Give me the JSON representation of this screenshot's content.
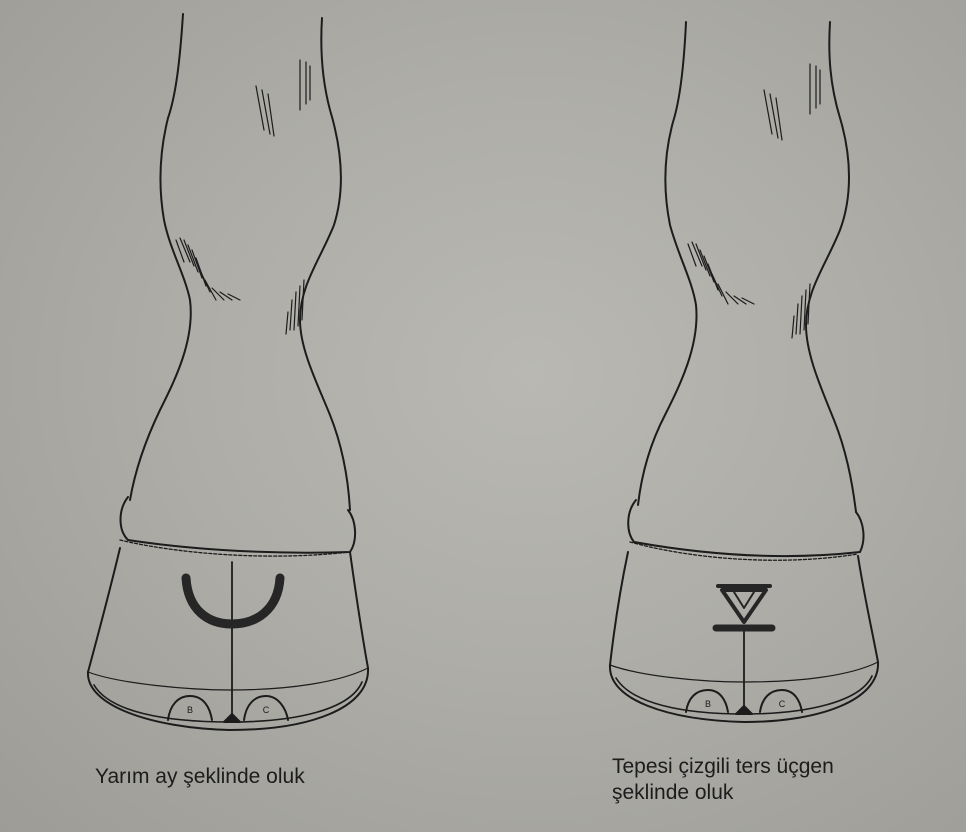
{
  "figures": [
    {
      "caption": "Yarım ay şeklinde oluk",
      "groove_shape": "crescent",
      "heel_labels": [
        "B",
        "C"
      ]
    },
    {
      "caption_lines": [
        "Tepesi çizgili ters üçgen",
        "şeklinde oluk"
      ],
      "groove_shape": "inverted-triangle-with-top-bar",
      "heel_labels": [
        "B",
        "C"
      ]
    }
  ],
  "colors": {
    "background": "#aeada8",
    "ink": "#1c1c1c"
  }
}
